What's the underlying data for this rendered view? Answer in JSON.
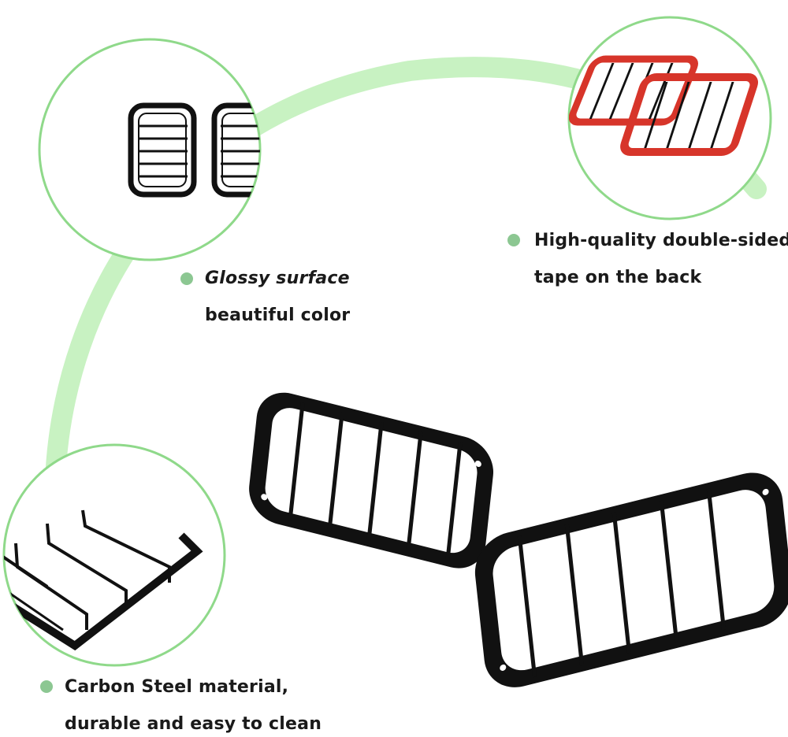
{
  "features": [
    {
      "id": "glossy",
      "lines": [
        "Glossy surface",
        "beautiful color"
      ]
    },
    {
      "id": "tape",
      "lines": [
        "High-quality double-sided",
        "tape on the back"
      ]
    },
    {
      "id": "steel",
      "lines": [
        "Carbon Steel material,",
        "durable and easy to clean"
      ]
    }
  ],
  "colors": {
    "arc": "#bdf0b8",
    "circle_border": "#8fd98a",
    "bullet": "#8cc792",
    "tape": "#d7352a",
    "metal": "#111111",
    "text": "#1a1a1a"
  }
}
